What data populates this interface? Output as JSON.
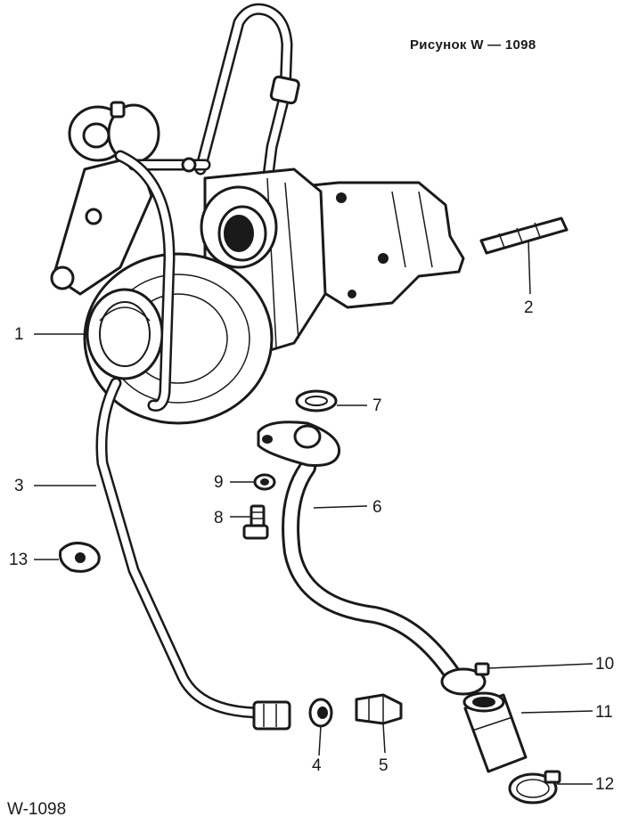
{
  "figure": {
    "caption": "Рисунок W — 1098",
    "code": "W-1098"
  },
  "callouts": [
    {
      "id": "1",
      "label": "1"
    },
    {
      "id": "2",
      "label": "2"
    },
    {
      "id": "3",
      "label": "3"
    },
    {
      "id": "4",
      "label": "4"
    },
    {
      "id": "5",
      "label": "5"
    },
    {
      "id": "6",
      "label": "6"
    },
    {
      "id": "7",
      "label": "7"
    },
    {
      "id": "8",
      "label": "8"
    },
    {
      "id": "9",
      "label": "9"
    },
    {
      "id": "10",
      "label": "10"
    },
    {
      "id": "11",
      "label": "11"
    },
    {
      "id": "12",
      "label": "12"
    },
    {
      "id": "13",
      "label": "13"
    }
  ],
  "colors": {
    "ink": "#1a1a1a",
    "paper": "#ffffff"
  }
}
